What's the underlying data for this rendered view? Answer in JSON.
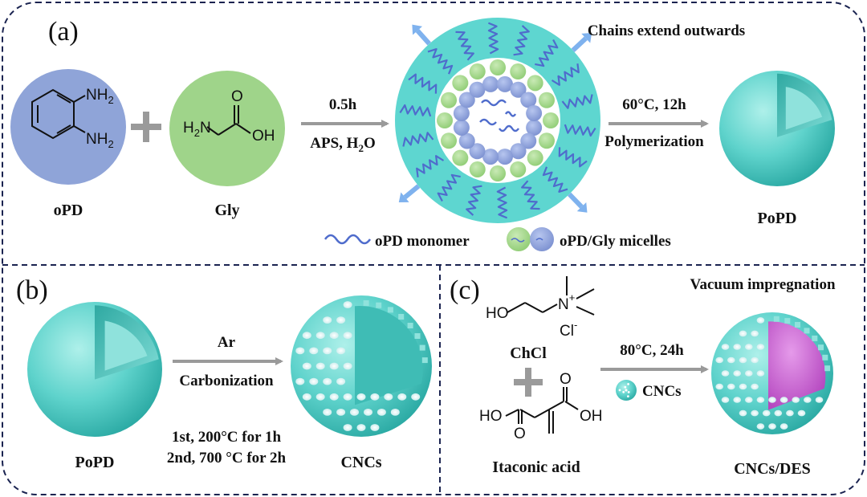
{
  "panel_a": {
    "label": "(a)",
    "opd_label": "oPD",
    "gly_label": "Gly",
    "nh2_top": "NH",
    "nh2_bottom": "NH",
    "sub2": "2",
    "gly_n": "H",
    "gly_n2": "N",
    "gly_o": "O",
    "gly_oh": "OH",
    "step1_top": "0.5h",
    "step1_bottom_a": "APS, H",
    "step1_bottom_b": "O",
    "chains_label": "Chains extend outwards",
    "step2_top": "60°C, 12h",
    "step2_bottom": "Polymerization",
    "popd_label": "PoPD",
    "legend_monomer": "oPD monomer",
    "legend_micelles": "oPD/Gly micelles"
  },
  "panel_b": {
    "label": "(b)",
    "popd_label": "PoPD",
    "arrow_top": "Ar",
    "arrow_bottom": "Carbonization",
    "cond_1": "1st, 200°C for 1h",
    "cond_2": "2nd, 700 °C for 2h",
    "cncs_label": "CNCs"
  },
  "panel_c": {
    "label": "(c)",
    "ho": "HO",
    "n_plus": "N",
    "plus": "+",
    "cl": "Cl",
    "minus": "-",
    "chcl_label": "ChCl",
    "acid_ho": "HO",
    "acid_oh": "OH",
    "acid_o1": "O",
    "acid_o2": "O",
    "acid_label": "Itaconic acid",
    "vacuum_label": "Vacuum impregnation",
    "arrow_top": "80°C, 24h",
    "arrow_cncs": "CNCs",
    "product_label": "CNCs/DES"
  },
  "colors": {
    "opd": "#8fa4d8",
    "gly": "#9fd48a",
    "teal": "#5ed6d0",
    "blue_micelle": "#8ea3dc",
    "green_micelle": "#a8d98f",
    "chain": "#4f6ccc",
    "arrow_blue": "#7fb2ee",
    "des": "#c95fd0",
    "gray": "#9a9a9a",
    "border": "#1a2350"
  },
  "icons": [
    "plus-sign",
    "reaction-arrow",
    "sphere-shell",
    "porous-sphere",
    "outward-arrow"
  ]
}
